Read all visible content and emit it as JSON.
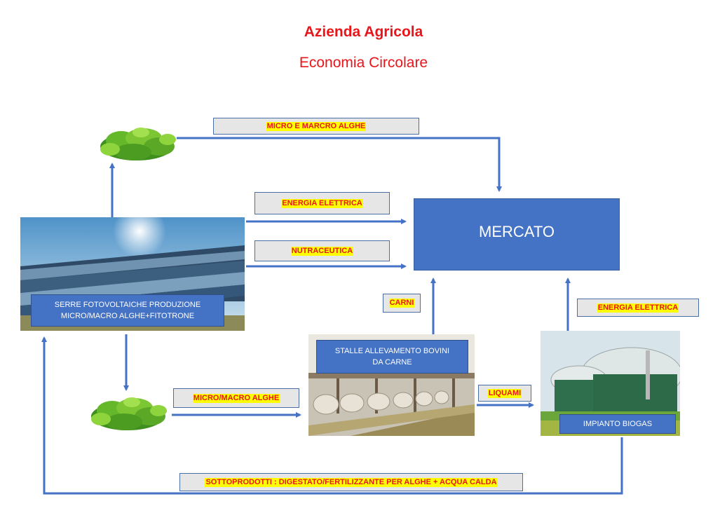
{
  "title": "Azienda Agricola",
  "subtitle": "Economia Circolare",
  "nodes": {
    "mercato": "MERCATO",
    "serre": "SERRE FOTOVOLTAICHE PRODUZIONE MICRO/MACRO ALGHE+FITOTRONE",
    "stalle": "STALLE ALLEVAMENTO BOVINI DA CARNE",
    "biogas": "IMPIANTO BIOGAS"
  },
  "flows": {
    "alghe_top": "MICRO E MARCRO ALGHE",
    "energia_serre": "ENERGIA ELETTRICA",
    "nutraceutica": "NUTRACEUTICA",
    "carni": "CARNI",
    "energia_biogas": "ENERGIA ELETTRICA",
    "alghe_bottom": "MICRO/MACRO ALGHE",
    "liquami": "LIQUAMI",
    "sottoprodotti": "SOTTOPRODOTTI : DIGESTATO/FERTILIZZANTE PER ALGHE + ACQUA CALDA"
  },
  "colors": {
    "title": "#e8161a",
    "box": "#4472c4",
    "arrow": "#4472c4",
    "label_bg": "#e6e6e6",
    "label_highlight": "#ffff00"
  },
  "icons": [
    "algae-icon-top",
    "algae-icon-bottom",
    "greenhouse-photo",
    "cattle-barn-photo",
    "biogas-plant-photo"
  ]
}
